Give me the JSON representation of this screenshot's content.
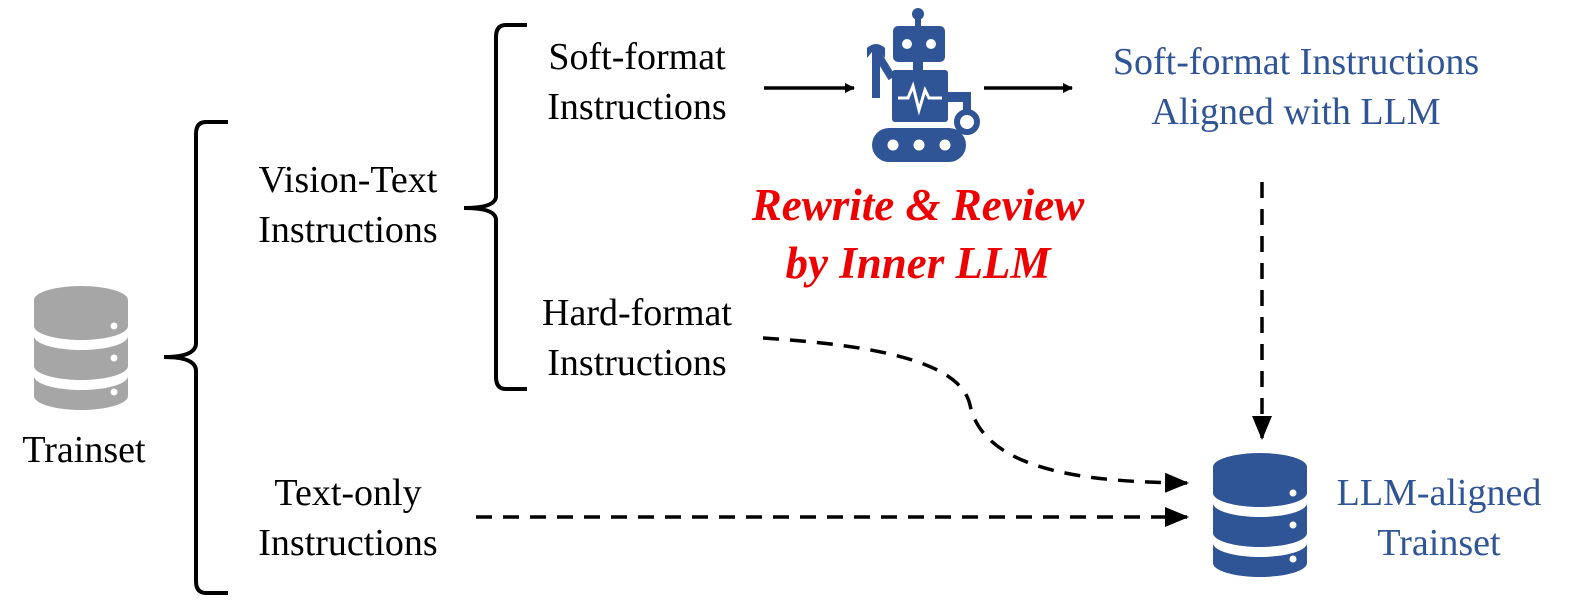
{
  "colors": {
    "black": "#000000",
    "gray": "#a6a6a6",
    "blue": "#2f5597",
    "red": "#ee0000",
    "white": "#ffffff"
  },
  "icons": {
    "source_db": "database-icon",
    "robot": "robot-icon",
    "target_db": "database-icon"
  },
  "nodes": {
    "trainset": "Trainset",
    "vision_text": [
      "Vision-Text",
      "Instructions"
    ],
    "text_only": [
      "Text-only",
      "Instructions"
    ],
    "soft_format": [
      "Soft-format",
      "Instructions"
    ],
    "hard_format": [
      "Hard-format",
      "Instructions"
    ],
    "soft_aligned": [
      "Soft-format Instructions",
      "Aligned with LLM"
    ],
    "llm_trainset": [
      "LLM-aligned",
      "Trainset"
    ]
  },
  "process": [
    "Rewrite & Review",
    "by Inner LLM"
  ]
}
